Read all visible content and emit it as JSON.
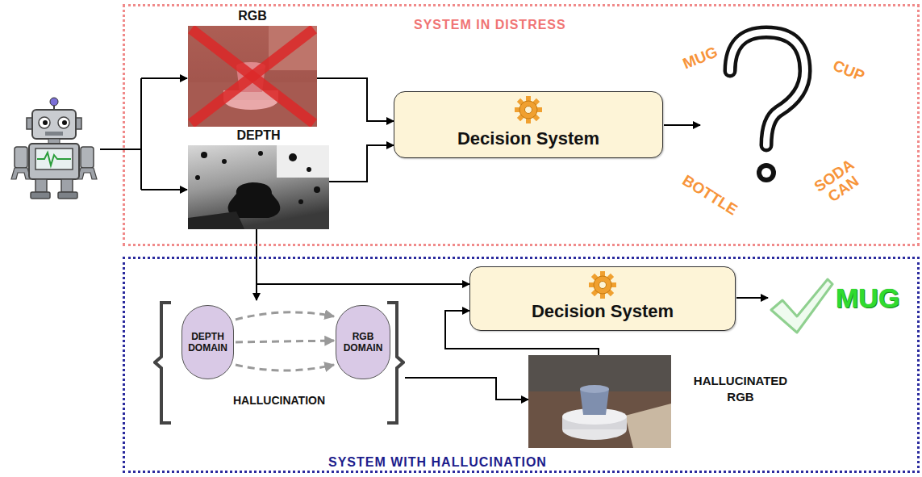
{
  "diagram": {
    "nodes": [
      {
        "text": [
          "SYSTEM IN DISTRESS"
        ]
      },
      {
        "text": [
          "SYSTEM WITH HALLUCINATION"
        ]
      },
      {
        "text": [
          "RGB"
        ],
        "in": 0
      },
      {
        "text": [
          "DEPTH"
        ],
        "in": 0
      },
      {
        "text": [
          "Decision System"
        ],
        "in": 0
      },
      {
        "text": [
          "HALLUCINATION"
        ],
        "in": 1
      },
      {
        "text": [
          "DEPTH DOMAIN"
        ],
        "in": 5
      },
      {
        "text": [
          "RGB DOMAIN"
        ],
        "in": 5
      },
      {
        "text": [
          "Decision System"
        ],
        "in": 1
      },
      {
        "text": [
          "HALLUCINATED RGB"
        ],
        "in": 1
      }
    ],
    "edges": [
      {
        "from": 2,
        "to": 4,
        "arrow": "to"
      },
      {
        "from": 3,
        "to": 4,
        "arrow": "to"
      },
      {
        "from": 3,
        "to": 5,
        "arrow": "to"
      },
      {
        "from": 3,
        "to": 8,
        "arrow": "to"
      },
      {
        "from": 6,
        "to": 7,
        "arrow": "to"
      },
      {
        "from": 6,
        "to": 7,
        "arrow": "to"
      },
      {
        "from": 6,
        "to": 7,
        "arrow": "to"
      },
      {
        "from": 5,
        "to": 9,
        "arrow": "to"
      },
      {
        "from": 9,
        "to": 8,
        "arrow": "to"
      }
    ],
    "labels": [
      "MUG",
      "CUP",
      "BOTTLE",
      "SODA CAN",
      "MUG"
    ]
  }
}
